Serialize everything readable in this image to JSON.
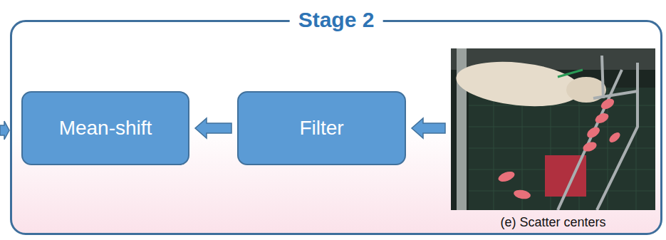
{
  "diagram": {
    "nodes": [
      {
        "text": [
          "Stage 2"
        ]
      },
      {
        "text": [
          "Mean-shift"
        ],
        "in": 0
      },
      {
        "text": [
          "Filter"
        ],
        "in": 0
      },
      {
        "text": [
          "(e) Scatter centers"
        ],
        "in": 0
      }
    ],
    "edges": [
      {
        "from": 3,
        "to": 2,
        "arrow": "to"
      },
      {
        "from": 2,
        "to": 1,
        "arrow": "to"
      }
    ]
  }
}
